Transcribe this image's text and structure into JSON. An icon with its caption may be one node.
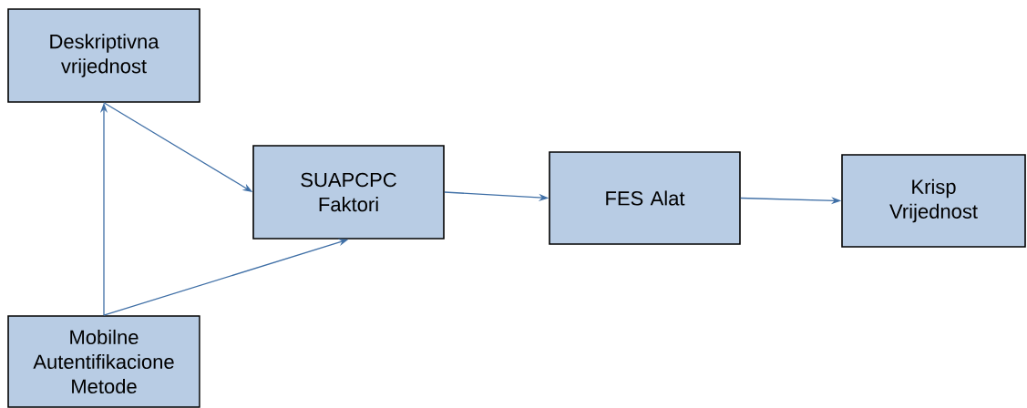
{
  "diagram": {
    "nodes": [
      {
        "text": [
          "Deskriptivna vrijednost"
        ]
      },
      {
        "text": [
          "Mobilne Autentifikacione Metode"
        ]
      },
      {
        "text": [
          "SUAPCPC Faktori"
        ]
      },
      {
        "text": [
          "FES Alat"
        ]
      },
      {
        "text": [
          "Krisp Vrijednost"
        ]
      }
    ],
    "edges": [
      {
        "from": 1,
        "to": 0,
        "arrow": "to"
      },
      {
        "from": 0,
        "to": 2,
        "arrow": "to"
      },
      {
        "from": 1,
        "to": 2,
        "arrow": "to"
      },
      {
        "from": 2,
        "to": 3,
        "arrow": "to"
      },
      {
        "from": 3,
        "to": 4,
        "arrow": "to"
      }
    ]
  }
}
